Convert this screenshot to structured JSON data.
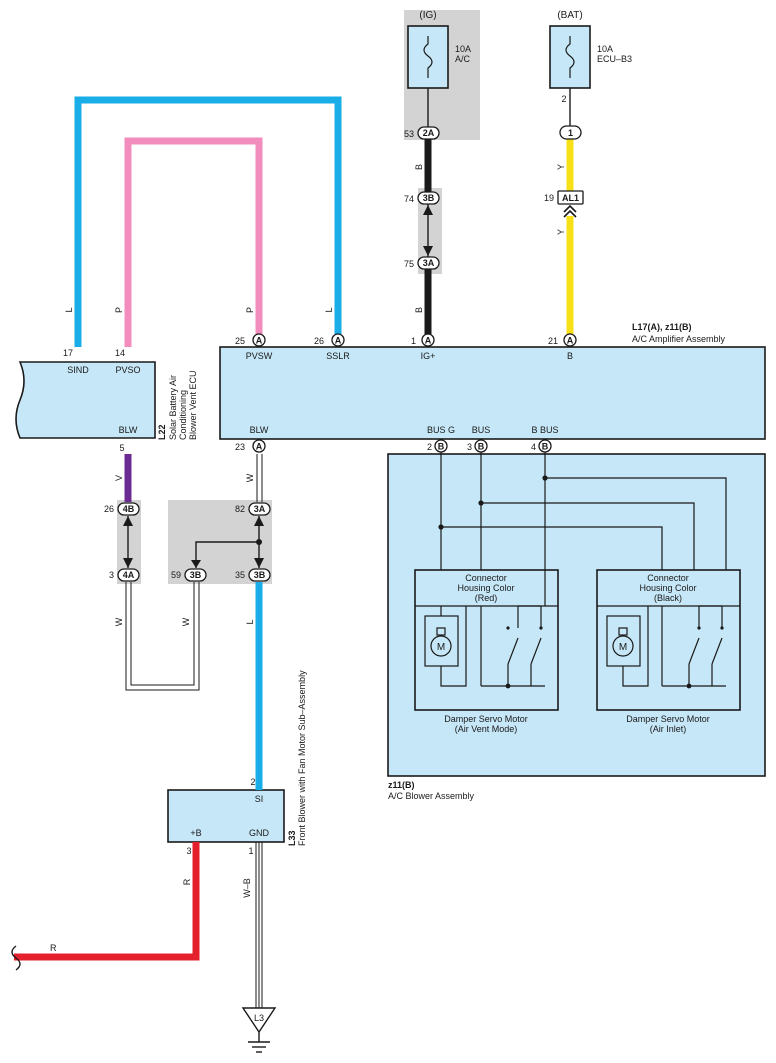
{
  "colors": {
    "wire_L": "#1aaee8",
    "wire_P": "#f28cbc",
    "wire_Y": "#f7e017",
    "wire_B": "#1a1a1a",
    "wire_V": "#6a2c91",
    "wire_R": "#e3202b",
    "component_fill": "#c6e7f7",
    "junction_fill": "#d3d3d3"
  },
  "fuses": {
    "ig": {
      "source": "(IG)",
      "rating": "10A",
      "name": "A/C"
    },
    "bat": {
      "source": "(BAT)",
      "rating": "10A",
      "name": "ECU–B3"
    }
  },
  "pins": {
    "j53": "53",
    "j53_conn": "2A",
    "j74": "74",
    "j74_conn": "3B",
    "j75": "75",
    "j75_conn": "3A",
    "bat_2": "2",
    "bat_1": "1",
    "j19": "19",
    "j19_conn": "AL1",
    "l17_25": "25",
    "l17_26": "26",
    "l17_1": "1",
    "l17_21": "21",
    "conn_A": "A",
    "conn_B": "B",
    "l22_17": "17",
    "l22_14": "14",
    "l22_5": "5",
    "l17_23": "23",
    "bus_2": "2",
    "bus_3": "3",
    "bus_4": "4",
    "j26": "26",
    "j26_conn": "4B",
    "j3": "3",
    "j3_conn": "4A",
    "j82": "82",
    "j82_conn": "3A",
    "j59": "59",
    "j59_conn": "3B",
    "j35": "35",
    "j35_conn": "3B",
    "l33_2": "2",
    "l33_3": "3",
    "l33_1": "1"
  },
  "wire_labels": {
    "L": "L",
    "P": "P",
    "B": "B",
    "Y": "Y",
    "V": "V",
    "W": "W",
    "R": "R",
    "WB": "W–B"
  },
  "l17": {
    "title": "L17(A), z11(B)",
    "name": "A/C Amplifier Assembly",
    "pvsw": "PVSW",
    "sslr": "SSLR",
    "igp": "IG+",
    "b": "B",
    "blw": "BLW",
    "busg": "BUS G",
    "bus": "BUS",
    "bbus": "B BUS"
  },
  "l22": {
    "code": "L22",
    "name_line1": "Solar Battery Air",
    "name_line2": "Conditioning",
    "name_line3": "Blower Vent ECU",
    "sind": "SIND",
    "pvso": "PVSO",
    "blw": "BLW"
  },
  "z11": {
    "title": "z11(B)",
    "name": "A/C Blower Assembly",
    "motor": "M",
    "housing_line1": "Connector",
    "housing_line2": "Housing Color",
    "red": "(Red)",
    "black": "(Black)",
    "servo": "Damper Servo Motor",
    "vent": "(Air Vent Mode)",
    "inlet": "(Air Inlet)"
  },
  "l33": {
    "code": "L33",
    "name": "Front Blower with Fan Motor Sub–Assembly",
    "si": "SI",
    "pb": "+B",
    "gnd": "GND"
  },
  "ground": {
    "code": "L3"
  }
}
